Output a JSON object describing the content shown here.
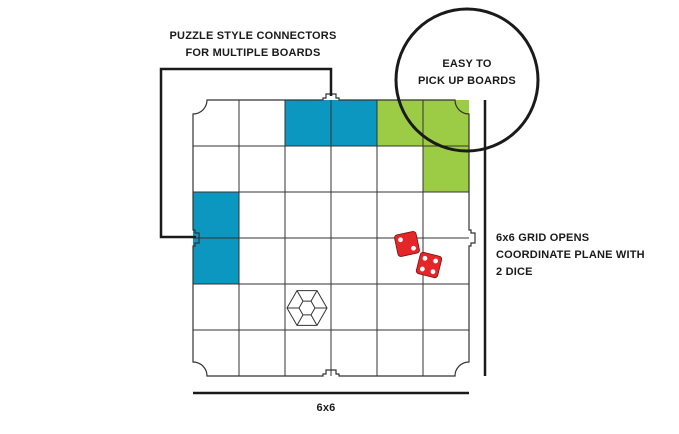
{
  "labels": {
    "connectors": [
      "PUZZLE STYLE CONNECTORS",
      "FOR MULTIPLE BOARDS"
    ],
    "pickup": [
      "EASY TO",
      "PICK UP BOARDS"
    ],
    "grid_opens": [
      "6x6 GRID OPENS",
      "COORDINATE PLANE WITH",
      "2 DICE"
    ],
    "dimension": "6x6"
  },
  "grid": {
    "rows": 6,
    "cols": 6
  },
  "highlights": [
    {
      "color_name": "blue",
      "cells": [
        [
          0,
          2
        ],
        [
          0,
          3
        ],
        [
          2,
          0
        ],
        [
          3,
          0
        ]
      ]
    },
    {
      "color_name": "green",
      "cells": [
        [
          0,
          4
        ],
        [
          0,
          5
        ],
        [
          1,
          5
        ]
      ]
    }
  ],
  "dice": [
    {
      "pips": 2,
      "color_name": "red"
    },
    {
      "pips": 4,
      "color_name": "red"
    }
  ],
  "colors": {
    "blue": "#0b97bf",
    "green": "#9ccc45",
    "red": "#e52528",
    "line": "#1a1a1a",
    "grid_line": "#333333"
  },
  "icons": {
    "game_piece": "hexagon-token-icon",
    "dice": "dice-icon"
  }
}
